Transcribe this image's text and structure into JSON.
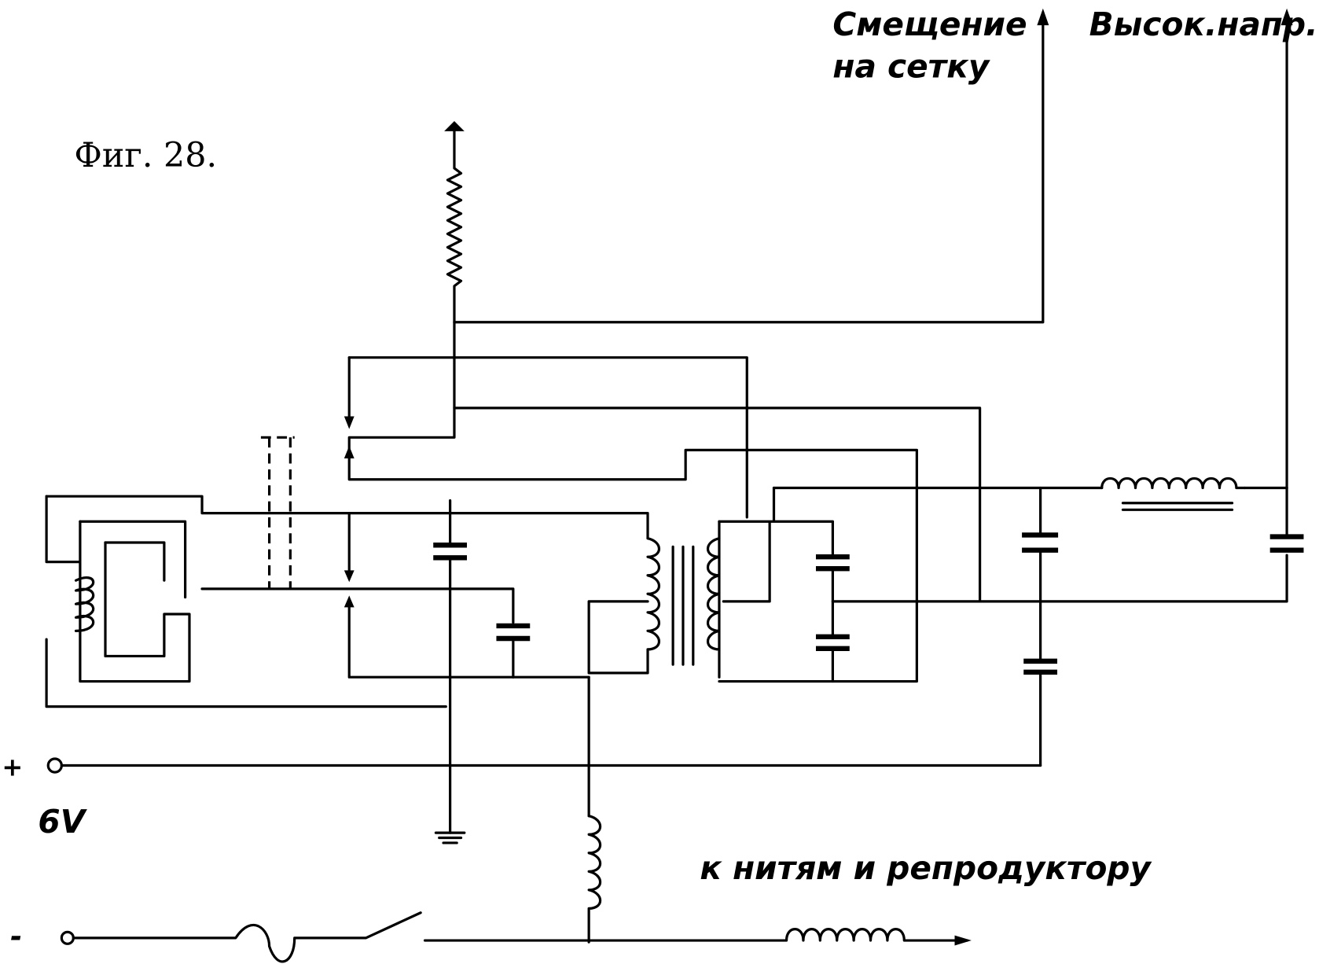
{
  "figure_label": "Фиг. 28.",
  "labels": {
    "grid_bias_line1": "Смещение",
    "grid_bias_line2": "на сетку",
    "high_voltage": "Высок.напр.",
    "voltage": "6V",
    "to_filaments": "к нитям и репродуктору",
    "plus": "+",
    "minus": "-"
  }
}
